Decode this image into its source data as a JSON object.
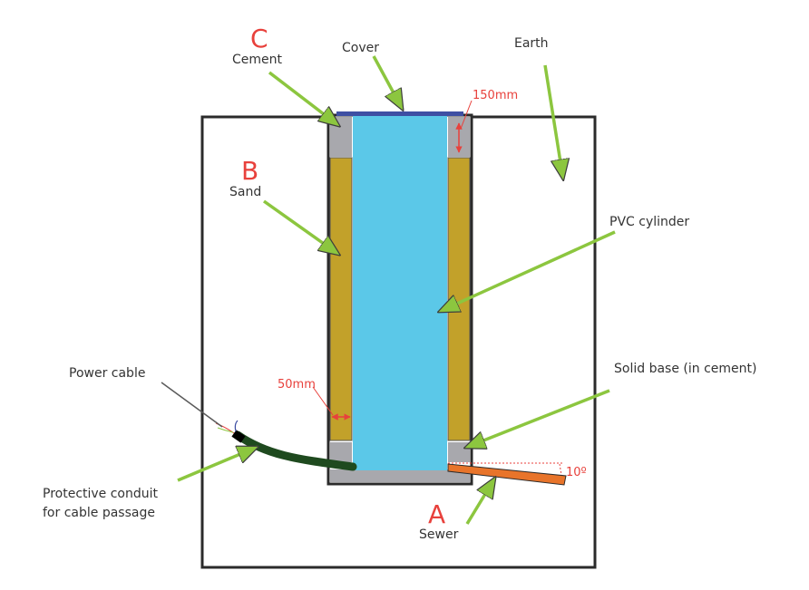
{
  "labels": {
    "cover": "Cover",
    "earth": "Earth",
    "cement": "Cement",
    "sand": "Sand",
    "pvc_cylinder": "PVC cylinder",
    "power_cable": "Power cable",
    "solid_base": "Solid base (in cement)",
    "conduit_line1": "Protective conduit",
    "conduit_line2": "for cable passage",
    "sewer": "Sewer"
  },
  "letters": {
    "c": "C",
    "b": "B",
    "a": "A"
  },
  "dimensions": {
    "cement_height": "150mm",
    "sand_width": "50mm",
    "sewer_angle": "10º"
  },
  "colors": {
    "pvc": "#5bc8e8",
    "sand": "#c2a12a",
    "cement": "#a8a8ad",
    "cover": "#3e4fa3",
    "sewer_pipe": "#e8742a",
    "conduit": "#1f4a1f",
    "arrow": "#8cc63f",
    "dimension": "#e8413c"
  }
}
